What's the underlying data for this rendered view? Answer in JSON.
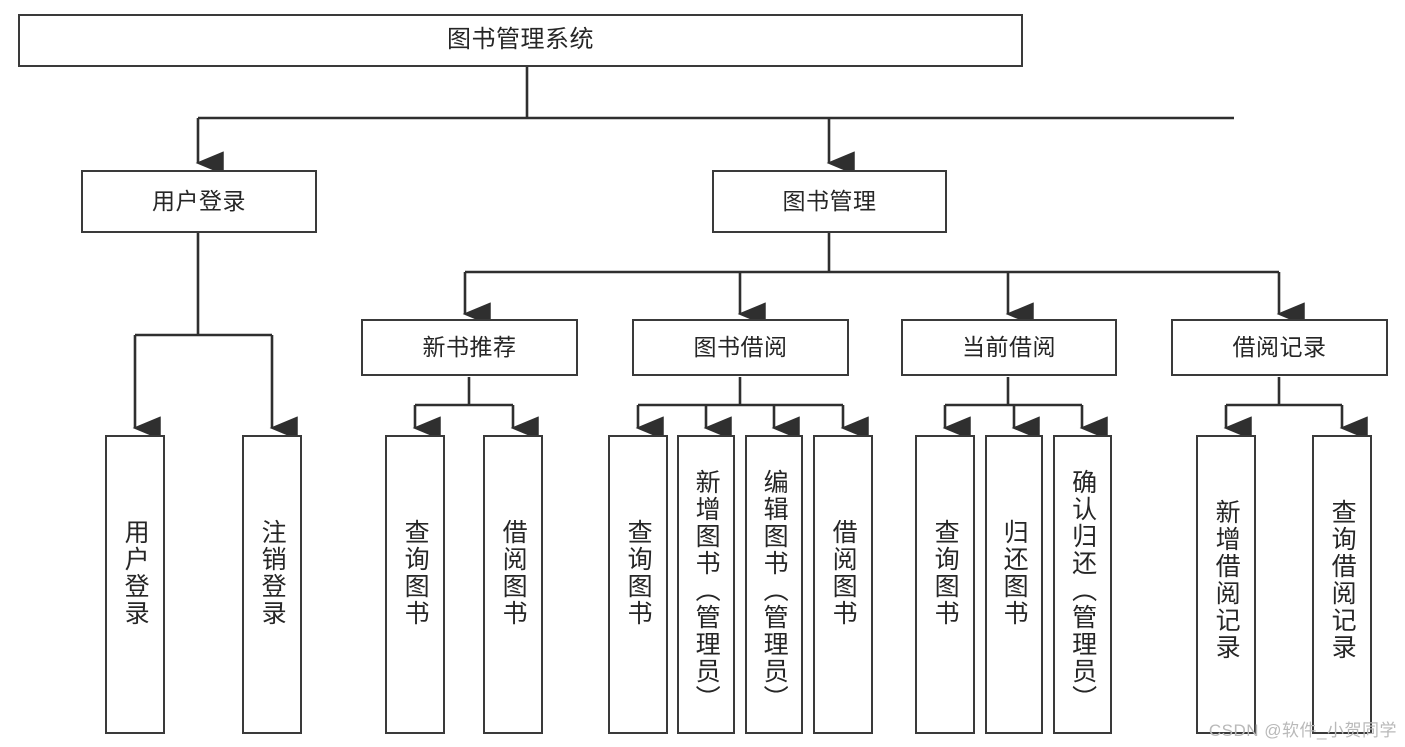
{
  "diagram": {
    "title": "图书管理系统",
    "watermark": "CSDN @软件_小贺同学",
    "colors": {
      "box_border": "#3a3a3a",
      "box_fill": "#ffffff",
      "edge": "#2f2f2f",
      "text": "#262626",
      "watermark": "#b9b9b9"
    },
    "root": {
      "label": "图书管理系统"
    },
    "level2": [
      {
        "label": "用户登录"
      },
      {
        "label": "图书管理"
      }
    ],
    "level3": [
      {
        "label": "新书推荐"
      },
      {
        "label": "图书借阅"
      },
      {
        "label": "当前借阅"
      },
      {
        "label": "借阅记录"
      }
    ],
    "leaves": {
      "user_login": [
        {
          "label": "用户登录"
        },
        {
          "label": "注销登录"
        }
      ],
      "new_book_recommend": [
        {
          "label": "查询图书"
        },
        {
          "label": "借阅图书"
        }
      ],
      "book_borrow": [
        {
          "label": "查询图书"
        },
        {
          "label": "新增图书（管理员）"
        },
        {
          "label": "编辑图书（管理员）"
        },
        {
          "label": "借阅图书"
        }
      ],
      "current_borrow": [
        {
          "label": "查询图书"
        },
        {
          "label": "归还图书"
        },
        {
          "label": "确认归还（管理员）"
        }
      ],
      "borrow_record": [
        {
          "label": "新增借阅记录"
        },
        {
          "label": "查询借阅记录"
        }
      ]
    }
  }
}
